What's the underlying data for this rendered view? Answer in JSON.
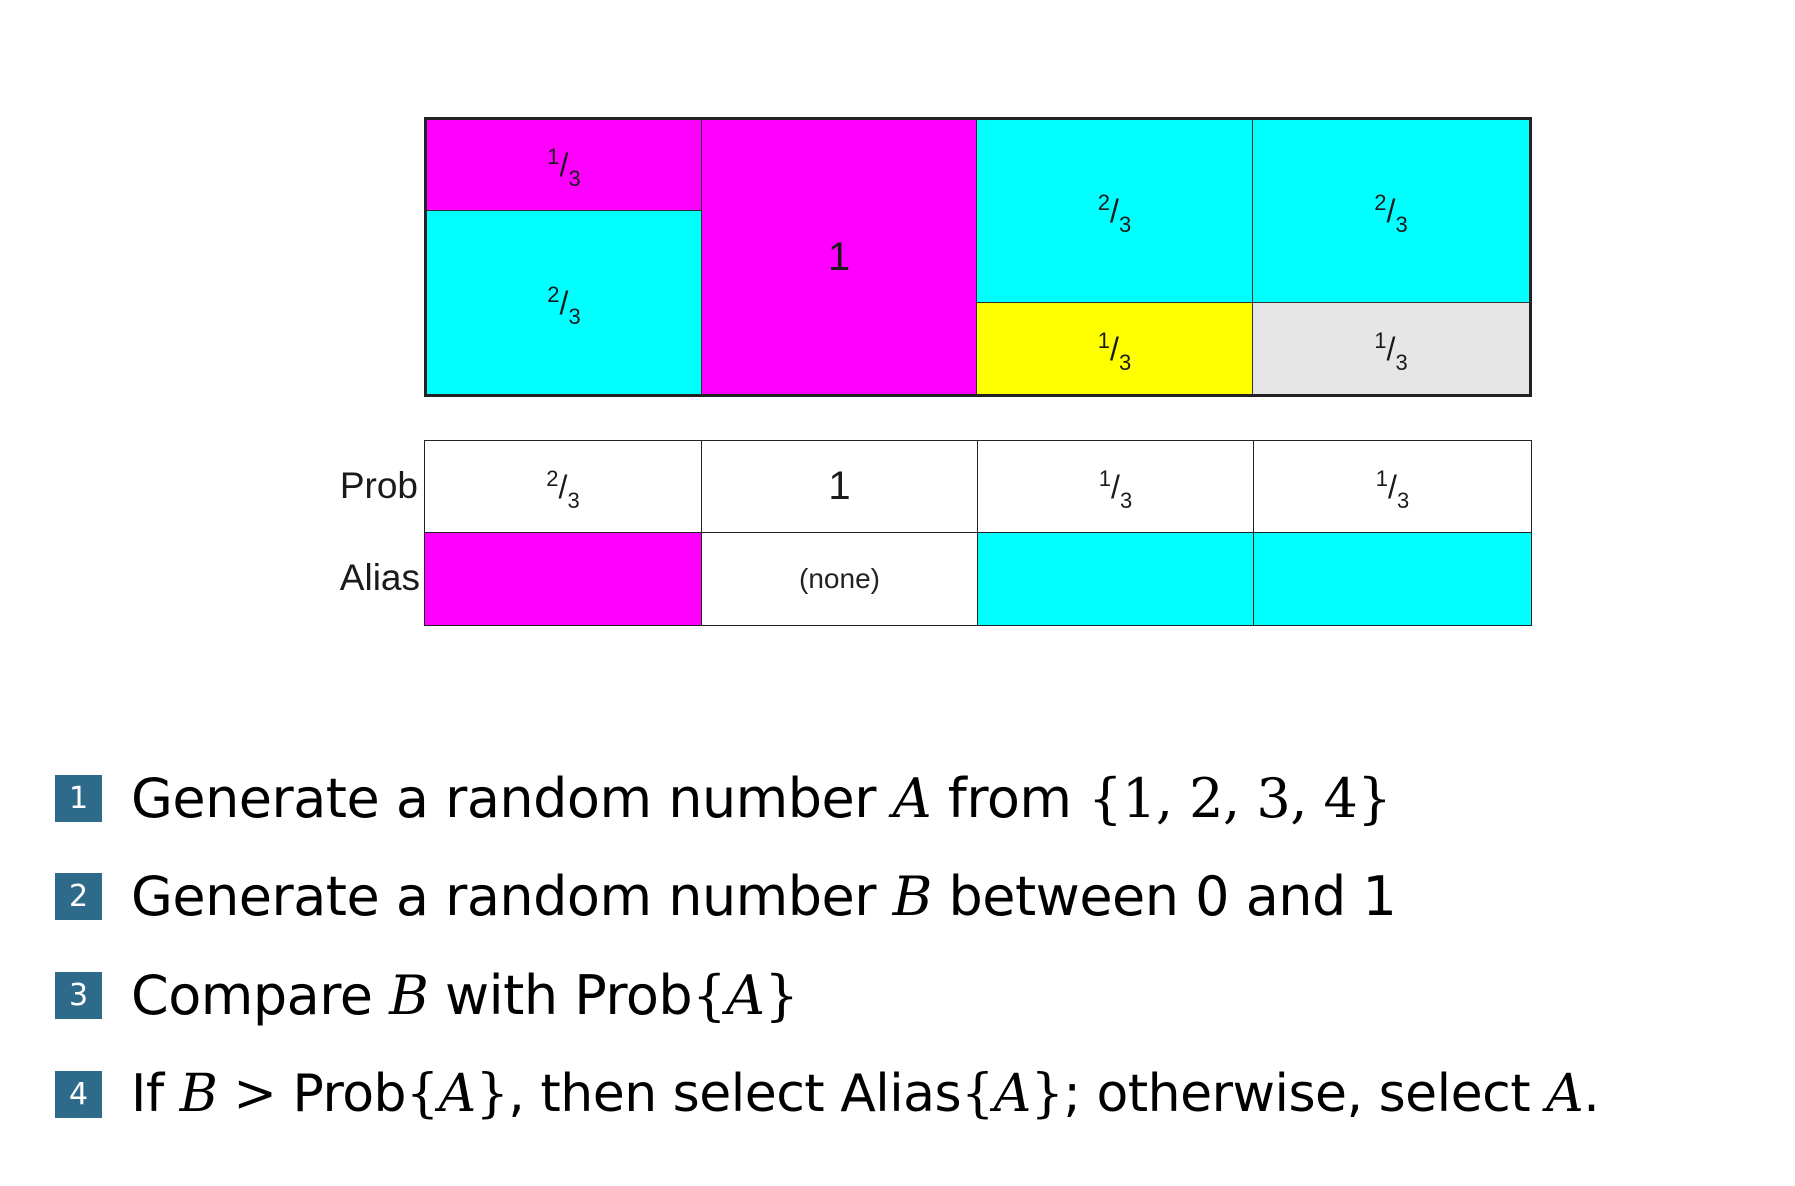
{
  "colors": {
    "magenta": "#ff00ff",
    "cyan": "#00ffff",
    "yellow": "#ffff00",
    "gray": "#e6e6e6",
    "badge": "#2e6b8a"
  },
  "top_table": {
    "col1": {
      "top": {
        "num": "1",
        "den": "3"
      },
      "bottom": {
        "num": "2",
        "den": "3"
      }
    },
    "col2": {
      "value": "1"
    },
    "col3": {
      "top": {
        "num": "2",
        "den": "3"
      },
      "bottom": {
        "num": "1",
        "den": "3"
      }
    },
    "col4": {
      "top": {
        "num": "2",
        "den": "3"
      },
      "bottom": {
        "num": "1",
        "den": "3"
      }
    }
  },
  "prob_row": {
    "label": "Prob",
    "cells": [
      {
        "num": "2",
        "den": "3"
      },
      {
        "value": "1"
      },
      {
        "num": "1",
        "den": "3"
      },
      {
        "num": "1",
        "den": "3"
      }
    ]
  },
  "alias_row": {
    "label": "Alias",
    "none_text": "(none)"
  },
  "steps": [
    {
      "num": "1",
      "text_a": "Generate a random number ",
      "var": "A",
      "text_b": " from ",
      "set": "{1, 2, 3, 4}"
    },
    {
      "num": "2",
      "text_a": "Generate a random number ",
      "var": "B",
      "text_b": " between 0 and 1"
    },
    {
      "num": "3",
      "text_a": "Compare ",
      "var": "B",
      "text_b": " with Prob",
      "brace_var": "A"
    },
    {
      "num": "4",
      "text_a": "If ",
      "var": "B",
      "gt": " > ",
      "prob": "Prob",
      "brace_var": "A",
      "mid": ", then select Alias",
      "brace_var2": "A",
      "end": "; otherwise, select ",
      "final_var": "A",
      "period": "."
    }
  ]
}
